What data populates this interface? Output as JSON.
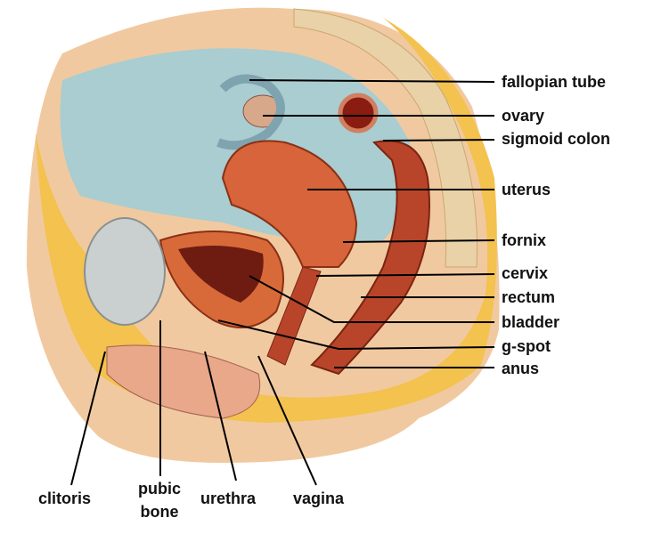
{
  "labels": {
    "right": [
      "fallopian tube",
      "ovary",
      "sigmoid colon",
      "uterus",
      "fornix",
      "cervix",
      "rectum",
      "bladder",
      "g-spot",
      "anus"
    ],
    "bottom": {
      "clitoris": "clitoris",
      "pubic_bone_line1": "pubic",
      "pubic_bone_line2": "bone",
      "urethra": "urethra",
      "vagina": "vagina"
    }
  },
  "colors": {
    "skin": "#f1c9a0",
    "fat": "#f3c24f",
    "cavity": "#a9cdd0",
    "organ": "#c8562e",
    "bone": "#c9d0cf"
  }
}
